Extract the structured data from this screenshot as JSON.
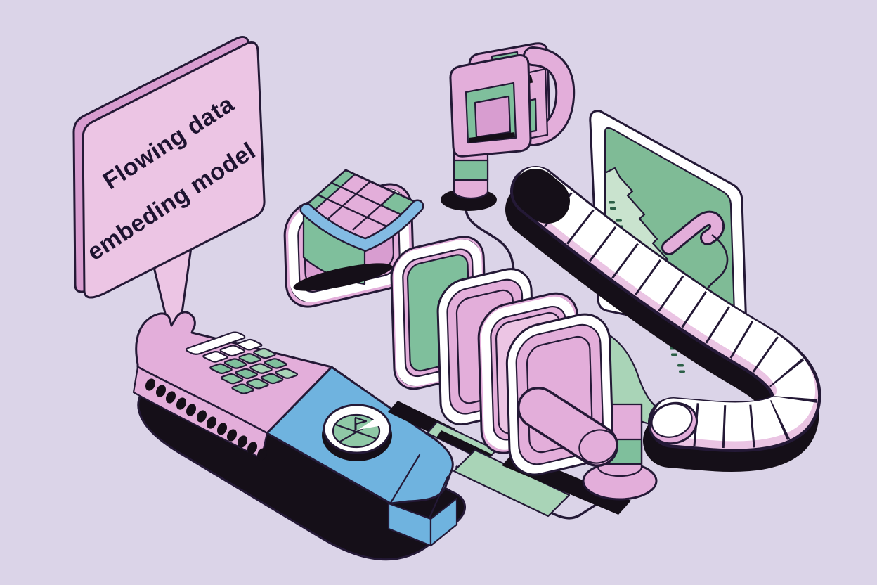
{
  "scene": {
    "description": "Isometric illustration of a flowing-data embedding model pipeline",
    "background": "#DBD4E8"
  },
  "speech_bubble": {
    "line1": "Flowing data",
    "line2": "embeding model"
  },
  "palette": {
    "bg": "#DBD4E8",
    "outline": "#241936",
    "text": "#1E1330",
    "pink": "#E3AEDA",
    "pink_light": "#ECC5E4",
    "pink_shade": "#D89DD0",
    "tube_pink": "#EAC4E3",
    "blue": "#6FB3DF",
    "blue_band": "#83BBE3",
    "green": "#7FBF9C",
    "green_light": "#C9E3CE",
    "green_screen": "#7FBB96",
    "green_dark": "#2B5F46",
    "green_plate": "#A9D4B7",
    "dial_green": "#8FC8A6",
    "white": "#FFFFFF",
    "black": "#150F18"
  },
  "objects": {
    "speech_bubble": "speech-bubble",
    "keypad": "input-keypad-device",
    "dial": "control-dial",
    "cube": "embedding-cube",
    "frames": "encoder-frame-slabs",
    "connector": "output-connector",
    "scanner": "scanner-frame-device",
    "monitor": "output-monitor",
    "tube": "segmented-data-tube",
    "pedestals": "striped-pedestals",
    "cables": "connection-cables"
  }
}
